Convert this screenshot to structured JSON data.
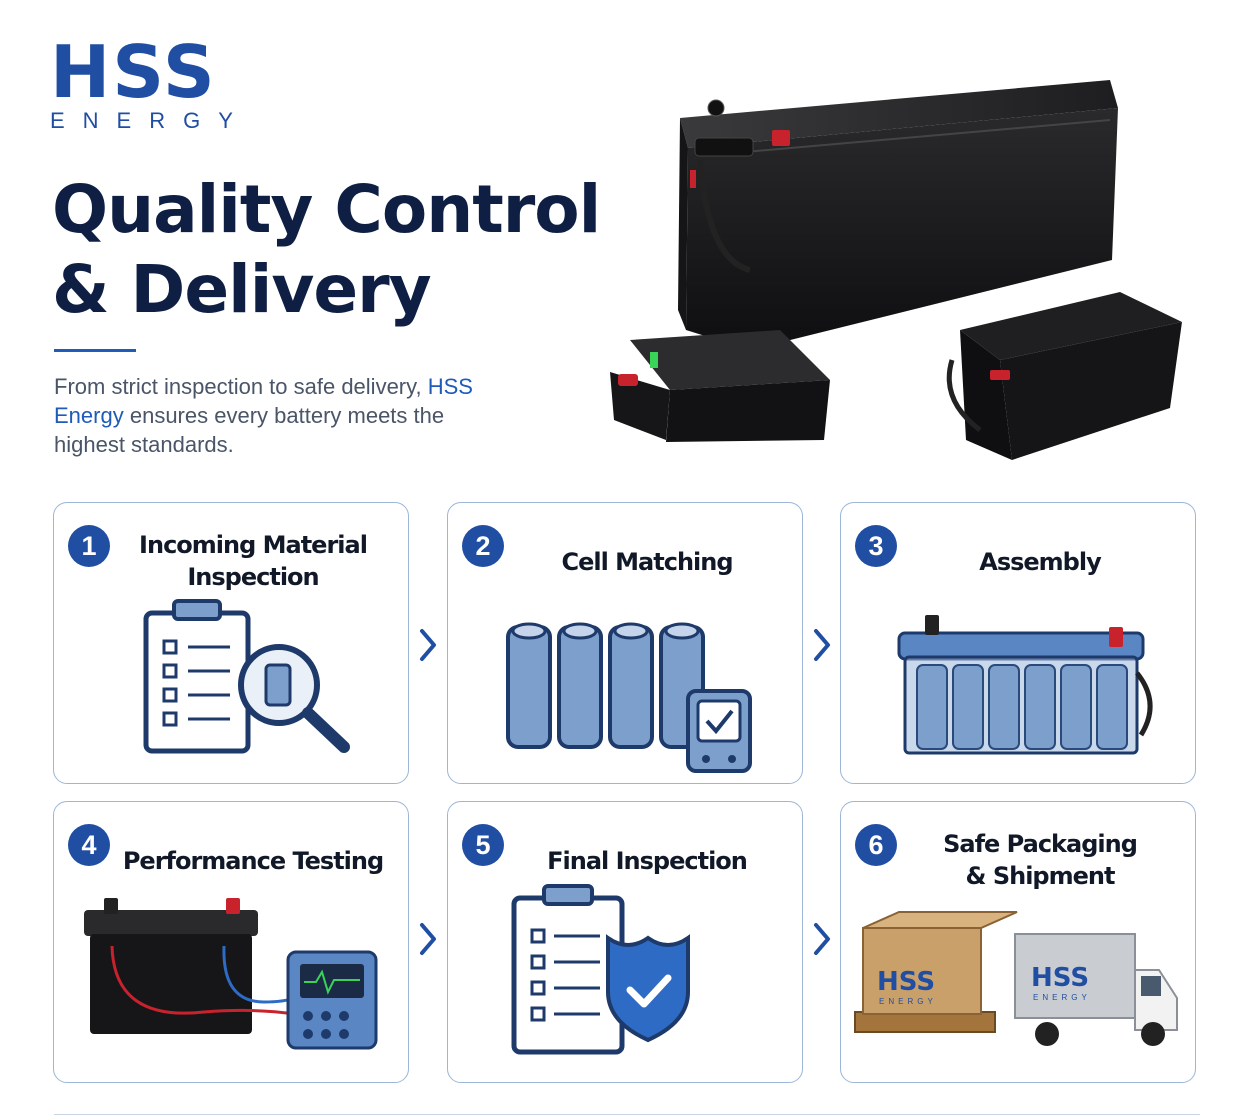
{
  "brand": {
    "name": "HSS",
    "tagline": "ENERGY"
  },
  "headline": {
    "line1": "Quality Control",
    "line2": "& Delivery"
  },
  "intro": {
    "before": "From strict inspection to safe delivery,",
    "brand": "HSS Energy",
    "after": "ensures every battery meets the highest standards."
  },
  "steps": [
    {
      "num": "1",
      "line1": "Incoming Material",
      "line2": "Inspection",
      "icon": "clipboard-magnifier-icon"
    },
    {
      "num": "2",
      "line1": "Cell Matching",
      "line2": "",
      "icon": "battery-cells-tester-icon"
    },
    {
      "num": "3",
      "line1": "Assembly",
      "line2": "",
      "icon": "assembled-battery-icon"
    },
    {
      "num": "4",
      "line1": "Performance Testing",
      "line2": "",
      "icon": "battery-tester-icon"
    },
    {
      "num": "5",
      "line1": "Final Inspection",
      "line2": "",
      "icon": "clipboard-shield-icon"
    },
    {
      "num": "6",
      "line1": "Safe Packaging",
      "line2": "& Shipment",
      "icon": "box-truck-icon"
    }
  ],
  "box_label": {
    "name": "HSS",
    "tagline": "ENERGY"
  },
  "colors": {
    "accent": "#1f4ea3",
    "navy": "#0f1f44",
    "border": "#9db6d8",
    "icon_stroke": "#1e3a6b",
    "icon_fill": "#7d9fcc"
  }
}
